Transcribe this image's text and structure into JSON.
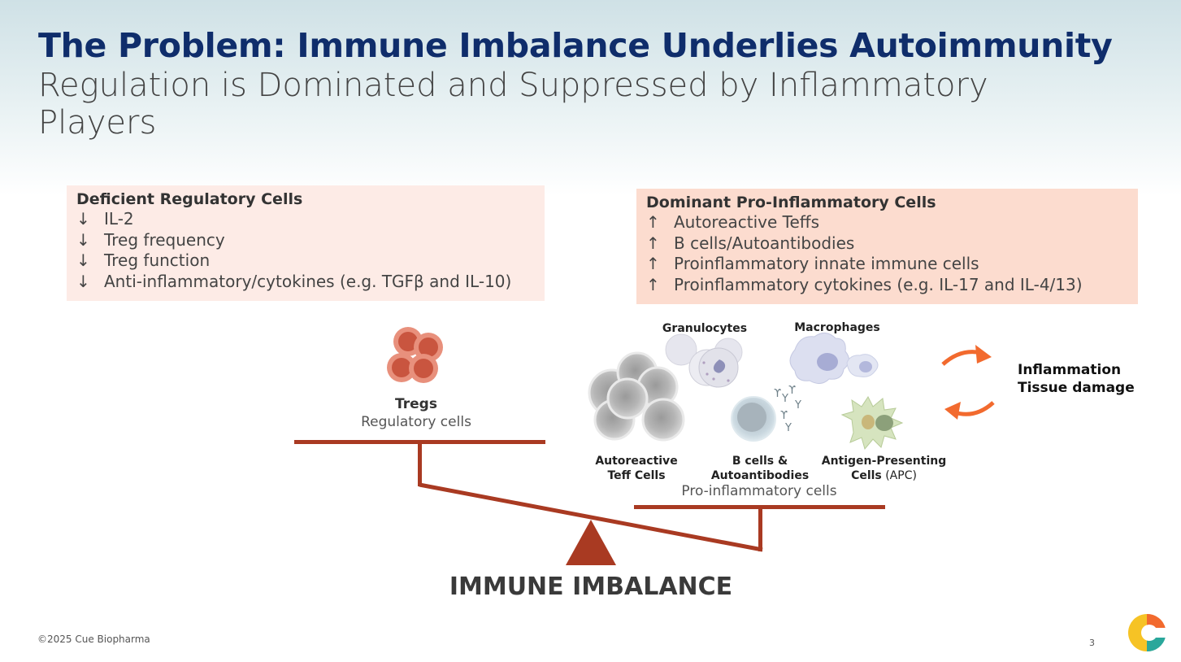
{
  "title": "The Problem: Immune Imbalance Underlies Autoimmunity",
  "subtitle": "Regulation is Dominated and Suppressed by Inflammatory Players",
  "left_box": {
    "heading": "Deficient Regulatory Cells",
    "arrow": "↓",
    "items": [
      "IL-2",
      "Treg frequency",
      "Treg function",
      "Anti-inflammatory/cytokines (e.g. TGFβ and IL-10)"
    ]
  },
  "right_box": {
    "heading": "Dominant Pro-Inflammatory Cells",
    "arrow": "↑",
    "items": [
      "Autoreactive Teffs",
      "B cells/Autoantibodies",
      "Proinflammatory innate immune cells",
      "Proinflammatory cytokines (e.g. IL-17 and IL-4/13)"
    ]
  },
  "tregs": {
    "name": "Tregs",
    "description": "Regulatory cells"
  },
  "cells": {
    "granulocytes": "Granulocytes",
    "macrophages": "Macrophages",
    "teff_line1": "Autoreactive",
    "teff_line2": "Teff Cells",
    "bcell_line1": "B cells &",
    "bcell_line2": "Autoantibodies",
    "apc_line1": "Antigen-Presenting",
    "apc_line2_bold": "Cells",
    "apc_line2_thin": " (APC)"
  },
  "proinflammatory_label": "Pro-inflammatory cells",
  "outcome": {
    "line1": "Inflammation",
    "line2": "Tissue damage"
  },
  "balance_label": "IMMUNE IMBALANCE",
  "footer": "©2025 Cue Biopharma",
  "page_number": "3",
  "colors": {
    "title": "#0f2d6b",
    "balance": "#a93a22",
    "arrows": "#f26a2e",
    "left_box": "#fdebe6",
    "right_box": "#fcdccf"
  }
}
